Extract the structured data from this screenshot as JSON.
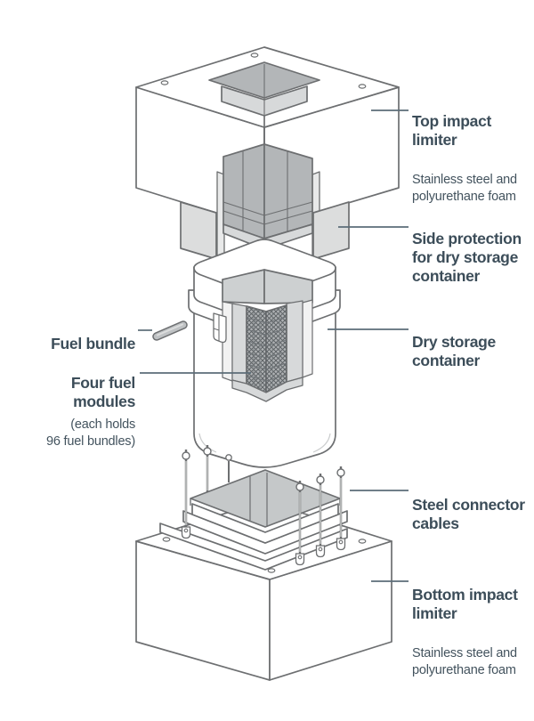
{
  "diagram": {
    "subject": "Exploded view of a dry storage container transport package",
    "colors": {
      "background": "#ffffff",
      "label_text": "#3c4d59",
      "leader_line": "#5c6d78",
      "outline": "#6d6f71",
      "light_gray": "#d7d9da",
      "mid_gray": "#c5c8c9",
      "dark_gray": "#b3b6b8",
      "module_hatch": "#5e6366"
    },
    "labels_right": [
      {
        "title": "Top impact\nlimiter",
        "subtitle": "Stainless steel and\npolyurethane foam"
      },
      {
        "title": "Side protection\nfor dry storage\ncontainer"
      },
      {
        "title": "Dry storage\ncontainer"
      },
      {
        "title": "Steel connector\ncables"
      },
      {
        "title": "Bottom impact\nlimiter",
        "subtitle": "Stainless steel and\npolyurethane foam"
      }
    ],
    "labels_left": [
      {
        "title": "Fuel bundle"
      },
      {
        "title": "Four fuel\nmodules",
        "subtitle": "(each holds\n96 fuel bundles)"
      }
    ]
  }
}
